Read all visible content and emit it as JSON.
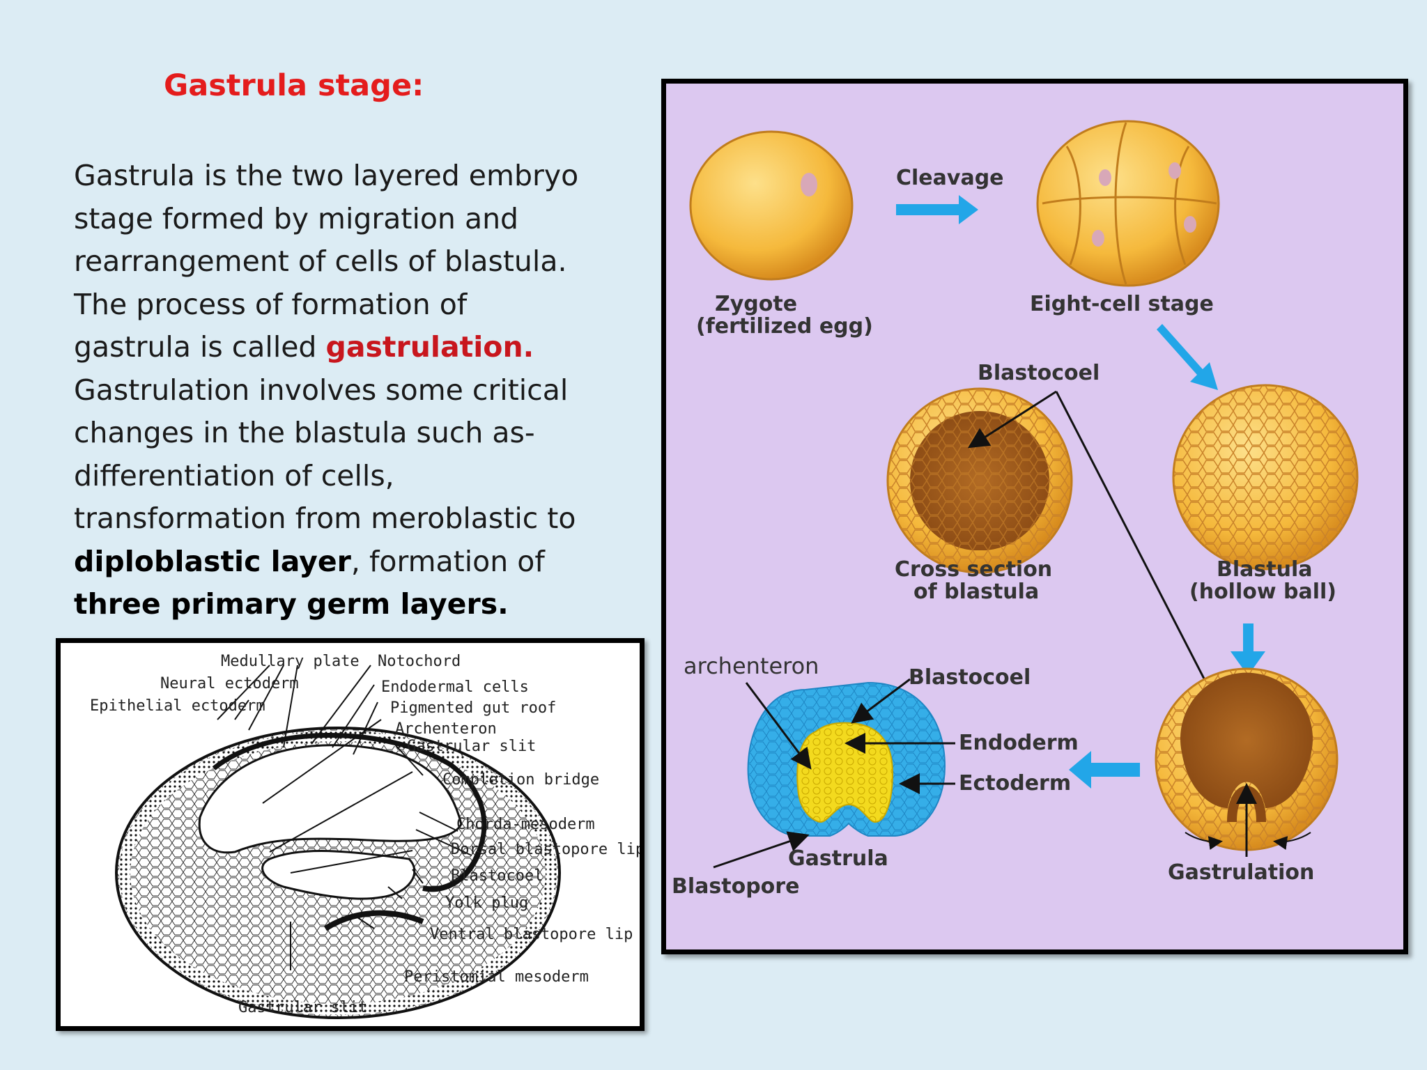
{
  "heading": "Gastrula stage:",
  "paragraph": {
    "part1": "Gastrula is the two layered embryo stage formed by migration and rearrangement of cells of blastula. The process of formation of gastrula is called ",
    "highlight": "gastrulation.",
    "part2": " Gastrulation involves some critical changes in the blastula such as- differentiation of cells, transformation from meroblastic to ",
    "bold1": "diploblastic layer",
    "part3": ", formation of ",
    "bold2": "three primary germ layers."
  },
  "left_figure": {
    "labels": {
      "medullary_plate": "Medullary plate",
      "notochord": "Notochord",
      "neural_ectoderm": "Neural ectoderm",
      "endodermal_cells": "Endodermal cells",
      "epithelial_ectoderm": "Epithelial ectoderm",
      "pigmented_gut_roof": "Pigmented gut roof",
      "archenteron": "Archenteron",
      "gastrular_slit_top": "Gastrular slit",
      "completion_bridge": "Completion bridge",
      "chorda_mesoderm": "Chorda-mesoderm",
      "dorsal_blastopore_lip": "Dorsal blastopore lip",
      "blastocoel": "Blastocoel",
      "yolk_plug": "Yolk plug",
      "ventral_blastopore_lip": "Ventral blastopore lip",
      "peristomial_mesoderm": "Peristomial mesoderm",
      "gastrular_slit_bottom": "Gastrular slit"
    }
  },
  "right_figure": {
    "labels": {
      "cleavage": "Cleavage",
      "zygote_line1": "Zygote",
      "zygote_line2": "(fertilized egg)",
      "eight_cell": "Eight-cell stage",
      "blastocoel_top": "Blastocoel",
      "cross_line1": "Cross section",
      "cross_line2": "of blastula",
      "blastula_line1": "Blastula",
      "blastula_line2": "(hollow ball)",
      "archenteron": "archenteron",
      "blastocoel_mid": "Blastocoel",
      "endoderm": "Endoderm",
      "ectoderm": "Ectoderm",
      "gastrula": "Gastrula",
      "blastopore": "Blastopore",
      "gastrulation": "Gastrulation"
    },
    "colors": {
      "background": "#dcc8f0",
      "arrow": "#22a6e8",
      "egg": "#f5b93c",
      "ectoderm": "#35aee8",
      "endoderm": "#f3da1e"
    }
  }
}
